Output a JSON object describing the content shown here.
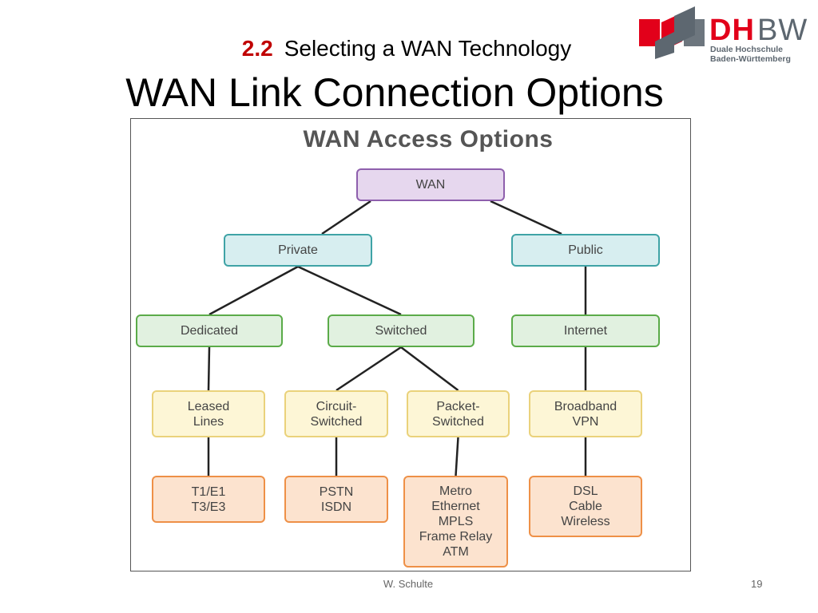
{
  "slide": {
    "section_number": "2.2",
    "subtitle": "Selecting a WAN Technology",
    "title": "WAN Link Connection Options",
    "footer_author": "W. Schulte",
    "page_number": "19"
  },
  "logo": {
    "brand_dh": "DH",
    "brand_bw": "BW",
    "line1": "Duale Hochschule",
    "line2": "Baden-Württemberg",
    "colors": {
      "red": "#e2001a",
      "gray": "#5d6770"
    }
  },
  "diagram": {
    "title": "WAN Access Options",
    "colors": {
      "root": {
        "fill": "#e6d7ee",
        "border": "#8e5fad"
      },
      "network_type": {
        "fill": "#d7eef0",
        "border": "#3fa3a6"
      },
      "connection_type": {
        "fill": "#e1f1e0",
        "border": "#5bab49"
      },
      "technology": {
        "fill": "#fdf6d6",
        "border": "#ead27b"
      },
      "examples": {
        "fill": "#fce3cf",
        "border": "#ee9047"
      }
    },
    "nodes": {
      "wan": "WAN",
      "private": "Private",
      "public": "Public",
      "dedicated": "Dedicated",
      "switched": "Switched",
      "internet": "Internet",
      "leased_lines": "Leased\nLines",
      "circuit_switched": "Circuit-\nSwitched",
      "packet_switched": "Packet-\nSwitched",
      "broadband_vpn": "Broadband\nVPN",
      "t1_t3": "T1/E1\nT3/E3",
      "pstn_isdn": "PSTN\nISDN",
      "metro_list": "Metro\nEthernet\nMPLS\nFrame Relay\nATM",
      "dsl_list": "DSL\nCable\nWireless"
    },
    "edges": [
      [
        "wan",
        "private"
      ],
      [
        "wan",
        "public"
      ],
      [
        "private",
        "dedicated"
      ],
      [
        "private",
        "switched"
      ],
      [
        "public",
        "internet"
      ],
      [
        "dedicated",
        "leased_lines"
      ],
      [
        "switched",
        "circuit_switched"
      ],
      [
        "switched",
        "packet_switched"
      ],
      [
        "internet",
        "broadband_vpn"
      ],
      [
        "leased_lines",
        "t1_t3"
      ],
      [
        "circuit_switched",
        "pstn_isdn"
      ],
      [
        "packet_switched",
        "metro_list"
      ],
      [
        "broadband_vpn",
        "dsl_list"
      ]
    ]
  }
}
